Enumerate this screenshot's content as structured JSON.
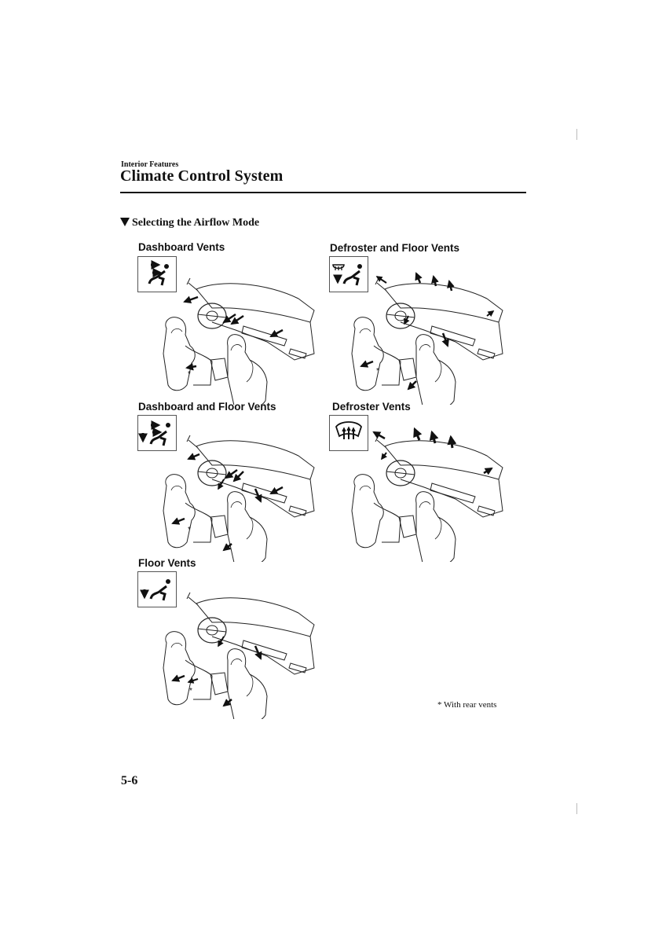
{
  "header": {
    "section": "Interior Features",
    "title": "Climate Control System"
  },
  "subsection": {
    "title": "Selecting the Airflow Mode"
  },
  "modes": [
    {
      "title": "Dashboard Vents",
      "icon": "dashboard-vents-icon"
    },
    {
      "title": "Defroster and Floor Vents",
      "icon": "defroster-floor-vents-icon"
    },
    {
      "title": "Dashboard and Floor Vents",
      "icon": "dashboard-floor-vents-icon"
    },
    {
      "title": "Defroster Vents",
      "icon": "defroster-vents-icon"
    },
    {
      "title": "Floor Vents",
      "icon": "floor-vents-icon"
    }
  ],
  "asterisk": "*",
  "footnote": "* With rear vents",
  "footer": {
    "page_number": "5-6"
  }
}
